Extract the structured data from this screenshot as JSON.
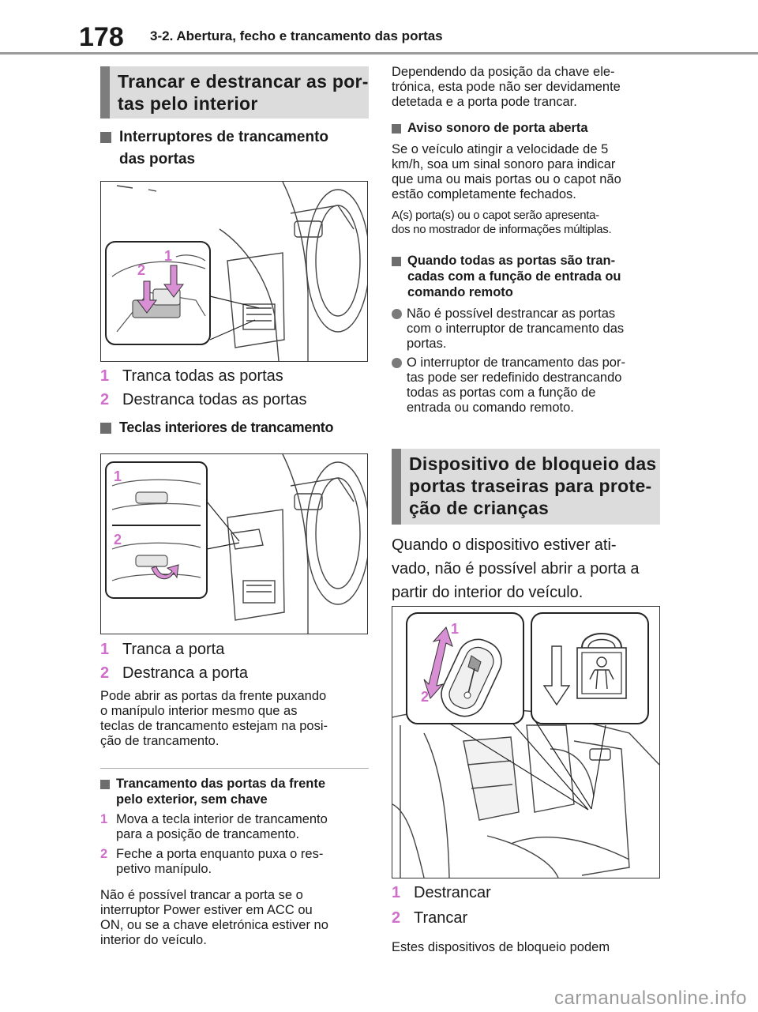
{
  "page": {
    "number": "178",
    "header": "3-2. Abertura, fecho e trancamento das portas",
    "watermark": "carmanualsonline.info"
  },
  "left": {
    "section_title_line1": "Trancar e destrancar as por-",
    "section_title_line2": "tas pelo interior",
    "sub1_line1": "Interruptores de trancamento",
    "sub1_line2": "das portas",
    "fig1_labels": [
      "1",
      "2"
    ],
    "fig1_items": [
      {
        "n": "1",
        "text": "Tranca todas as portas"
      },
      {
        "n": "2",
        "text": "Destranca todas as portas"
      }
    ],
    "sub2": "Teclas interiores de trancamento",
    "fig2_labels": [
      "1",
      "2"
    ],
    "fig2_items": [
      {
        "n": "1",
        "text": "Tranca a porta"
      },
      {
        "n": "2",
        "text": "Destranca a porta"
      }
    ],
    "para1": [
      "Pode abrir as portas da frente puxando",
      "o manípulo interior mesmo que as",
      "teclas de trancamento estejam na posi-",
      "ção de trancamento."
    ],
    "sub3_line1": "Trancamento das portas da frente",
    "sub3_line2": "pelo exterior, sem chave",
    "steps": [
      {
        "n": "1",
        "line1": "Mova a tecla interior de trancamento",
        "line2": "para a posição de trancamento."
      },
      {
        "n": "2",
        "line1": "Feche a porta enquanto puxa o res-",
        "line2": "petivo manípulo."
      }
    ],
    "para2": [
      "Não é possível trancar a porta se o",
      "interruptor Power estiver em ACC ou",
      "ON, ou se a chave eletrónica estiver no",
      "interior do veículo."
    ]
  },
  "right": {
    "para1": [
      "Dependendo da posição da chave ele-",
      "trónica, esta pode não ser devidamente",
      "detetada e a porta pode trancar."
    ],
    "sub1": "Aviso sonoro de porta aberta",
    "para2": [
      "Se o veículo atingir a velocidade de 5",
      "km/h, soa um sinal sonoro para indicar",
      "que uma ou mais portas ou o capot não",
      "estão completamente fechados."
    ],
    "para3": [
      "A(s) porta(s) ou o capot serão apresenta-",
      "dos no mostrador de informações múltiplas."
    ],
    "sub2_line1": "Quando todas as portas são tran-",
    "sub2_line2": "cadas com a função de entrada ou",
    "sub2_line3": "comando remoto",
    "bullets": [
      [
        "Não é possível destrancar as portas",
        "com o interruptor de trancamento das",
        "portas."
      ],
      [
        "O interruptor de trancamento das por-",
        "tas pode ser redefinido destrancando",
        "todas as portas com a função de",
        "entrada ou comando remoto."
      ]
    ],
    "section_title_line1": "Dispositivo de bloqueio das",
    "section_title_line2": "portas traseiras para prote-",
    "section_title_line3": "ção de crianças",
    "intro": [
      "Quando o dispositivo estiver ati-",
      "vado, não é possível abrir a porta a",
      "partir do interior do veículo."
    ],
    "fig3_labels": [
      "1",
      "2"
    ],
    "fig3_items": [
      {
        "n": "1",
        "text": "Destrancar"
      },
      {
        "n": "2",
        "text": "Trancar"
      }
    ],
    "para4": "Estes dispositivos de bloqueio podem"
  },
  "colors": {
    "accent_pink": "#d06fcb",
    "box_bg": "#dcdcdc",
    "box_bar": "#7d7d7d"
  }
}
